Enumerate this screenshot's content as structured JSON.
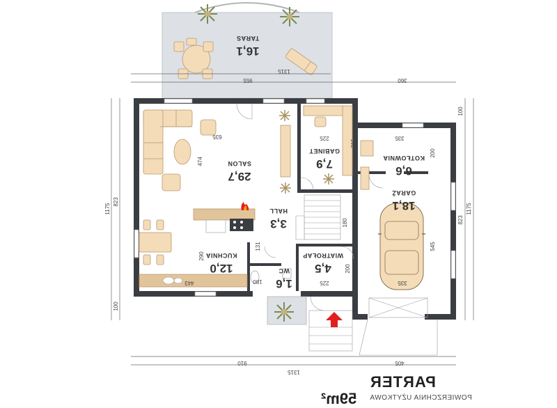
{
  "rooms": [
    {
      "id": "taras",
      "name": "TARAS",
      "area": "16,1"
    },
    {
      "id": "salon",
      "name": "SALON",
      "area": "29,7"
    },
    {
      "id": "gabinet",
      "name": "GABINET",
      "area": "7,9"
    },
    {
      "id": "kotlownia",
      "name": "KOTŁOWNIA",
      "area": "6,6"
    },
    {
      "id": "garaz",
      "name": "GARAŻ",
      "area": "18,1"
    },
    {
      "id": "hall",
      "name": "HALL",
      "area": "3,3"
    },
    {
      "id": "kuchnia",
      "name": "KUCHNIA",
      "area": "12,0"
    },
    {
      "id": "wiatrolap",
      "name": "WIATROŁAP",
      "area": "4,5"
    },
    {
      "id": "wc",
      "name": "WC",
      "area": "1,6"
    }
  ],
  "dimensions": {
    "top_total": "1315",
    "top_left": "955",
    "top_right": "360",
    "bottom_left": "910",
    "bottom_right": "405",
    "bottom_total": "1315",
    "left_total": "1175",
    "left_main": "823",
    "left_lower": "100",
    "right_total": "1175",
    "right_main": "823",
    "right_upper": "100",
    "salon_w": "635",
    "salon_h": "474",
    "gabinet_w": "225",
    "gabinet_h": "315",
    "kotlownia_w": "335",
    "kotlownia_h": "200",
    "garaz_h": "545",
    "garaz_w": "335",
    "kuchnia_h": "290",
    "kuchnia_w": "443",
    "hall_h": "180",
    "wc_w": "131",
    "wc_h": "180",
    "wiatrolap_w": "225",
    "wiatrolap_h": "200"
  },
  "legend": {
    "title": "PARTER",
    "subtitle": "POWIERZCHNIA UŻYTKOWA",
    "area": "59m²"
  },
  "colors": {
    "wall": "#3a3d42",
    "furniture": "#f4dcb8",
    "furniture_stroke": "#b89872",
    "terrace": "#dde1e6",
    "kitchen_counter": "#e2c49a",
    "door_arrow": "#e02020",
    "dim_line": "#666666"
  }
}
